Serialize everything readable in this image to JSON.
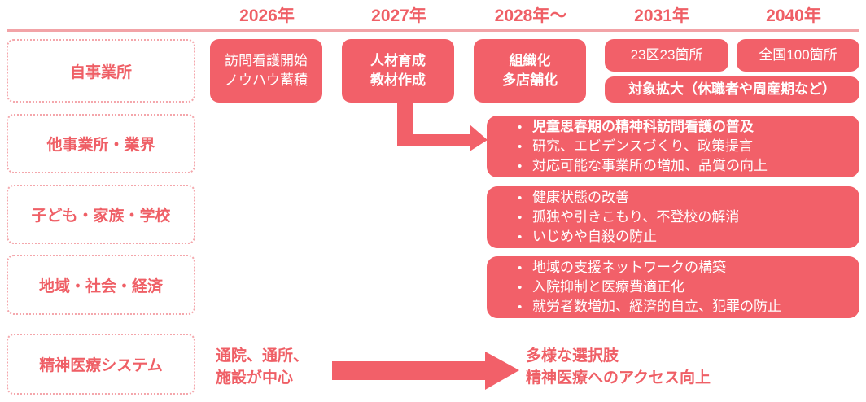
{
  "diagram": {
    "title_present": false,
    "accent_color": "#f26069",
    "label_text_color": "#ef5f66",
    "rule_color": "#f2a3a7",
    "dotted_border_color": "#f4a6ab",
    "bullet_glyph": "•"
  },
  "timeline": {
    "years": [
      {
        "label": "2026年"
      },
      {
        "label": "2027年"
      },
      {
        "label": "2028年〜"
      },
      {
        "label": "2031年"
      },
      {
        "label": "2040年"
      }
    ]
  },
  "rows": [
    {
      "label": "自事業所"
    },
    {
      "label": "他事業所・業界"
    },
    {
      "label": "子ども・家族・学校"
    },
    {
      "label": "地域・社会・経済"
    },
    {
      "label": "精神医療システム"
    }
  ],
  "own_office": {
    "y2026": {
      "lines": [
        "訪問看護開始",
        "ノウハウ蓄積"
      ],
      "bold": false
    },
    "y2027": {
      "lines": [
        "人材育成",
        "教材作成"
      ],
      "bold": true
    },
    "y2028": {
      "lines": [
        "組織化",
        "多店舗化"
      ],
      "bold": true
    },
    "y2031": {
      "lines": [
        "23区23箇所"
      ],
      "bold": false
    },
    "y2040": {
      "lines": [
        "全国100箇所"
      ],
      "bold": false
    },
    "expansion": {
      "lines": [
        "対象拡大（休職者や周産期など）"
      ],
      "bold": true
    }
  },
  "industry_outcomes": {
    "items": [
      {
        "text": "児童思春期の精神科訪問看護の普及",
        "bold": true
      },
      {
        "text": "研究、エビデンスづくり、政策提言",
        "bold": false
      },
      {
        "text": "対応可能な事業所の増加、品質の向上",
        "bold": false
      }
    ]
  },
  "children_outcomes": {
    "items": [
      {
        "text": "健康状態の改善",
        "bold": false
      },
      {
        "text": "孤独や引きこもり、不登校の解消",
        "bold": false
      },
      {
        "text": "いじめや自殺の防止",
        "bold": false
      }
    ]
  },
  "community_outcomes": {
    "items": [
      {
        "text": "地域の支援ネットワークの構築",
        "bold": false
      },
      {
        "text": "入院抑制と医療費適正化",
        "bold": false
      },
      {
        "text": "就労者数増加、経済的自立、犯罪の防止",
        "bold": false
      }
    ]
  },
  "system_row": {
    "before": {
      "lines": [
        "通院、通所、",
        "施設が中心"
      ]
    },
    "after": {
      "lines": [
        "多様な選択肢",
        "精神医療へのアクセス向上"
      ]
    }
  }
}
